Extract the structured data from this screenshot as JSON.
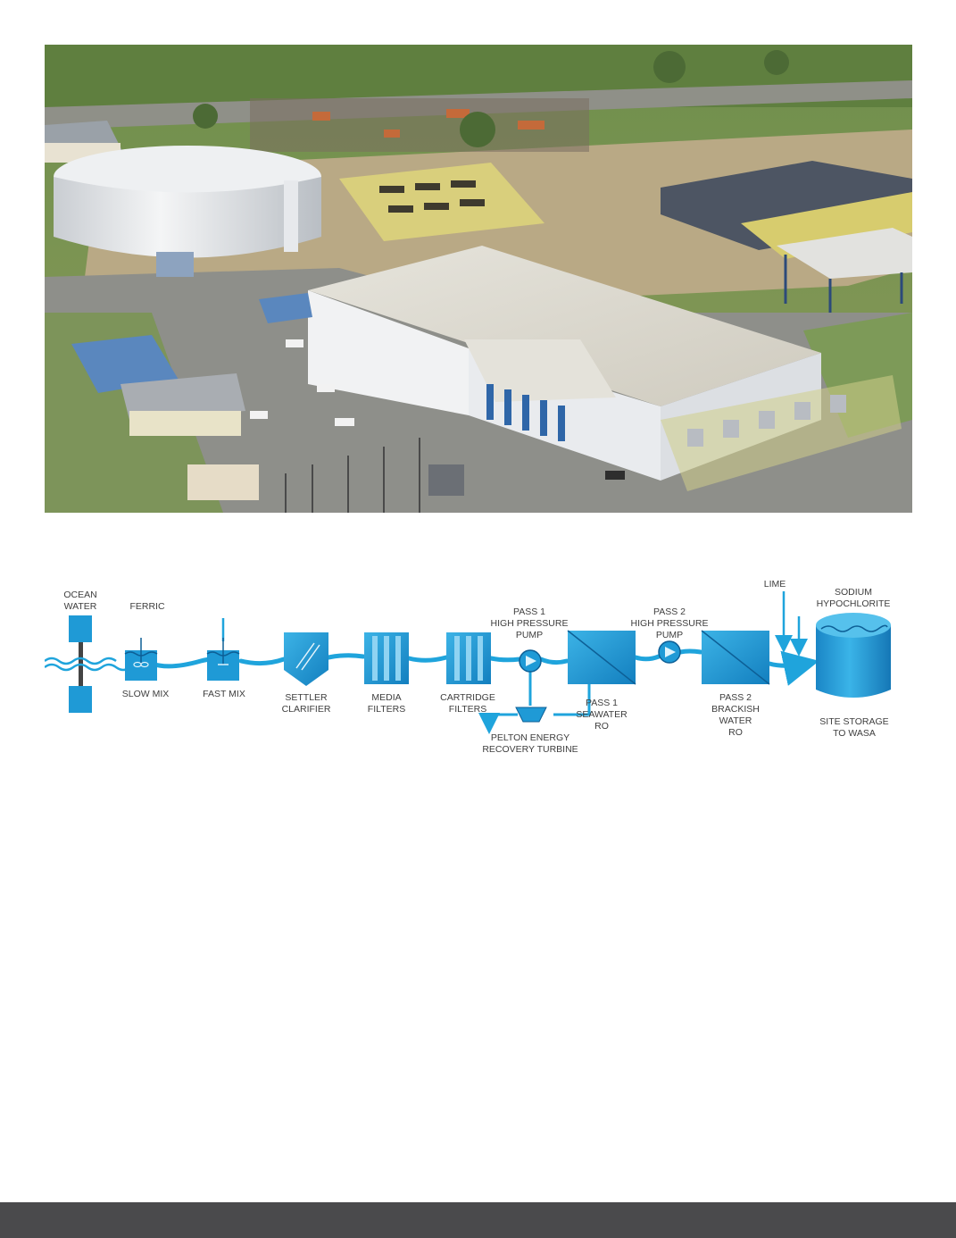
{
  "photo": {
    "subject": "aerial-photo-desalination-plant"
  },
  "diagram": {
    "colors": {
      "water": "#1fa4dc",
      "unit_fill": "#1f9ad6",
      "unit_dark": "#1177b3",
      "label": "#3e3e3e"
    },
    "labels": {
      "ocean_water": [
        "OCEAN",
        "WATER"
      ],
      "ferric": "FERRIC",
      "slow_mix": "SLOW MIX",
      "fast_mix": "FAST MIX",
      "settler_clarifier": [
        "SETTLER",
        "CLARIFIER"
      ],
      "media_filters": [
        "MEDIA",
        "FILTERS"
      ],
      "cartridge_filters": [
        "CARTRIDGE",
        "FILTERS"
      ],
      "pass1_pump": [
        "PASS 1",
        "HIGH PRESSURE",
        "PUMP"
      ],
      "pelton_turbine": [
        "PELTON ENERGY",
        "RECOVERY TURBINE"
      ],
      "pass1_ro": [
        "PASS 1",
        "SEAWATER",
        "RO"
      ],
      "pass2_pump": [
        "PASS 2",
        "HIGH PRESSURE",
        "PUMP"
      ],
      "pass2_ro": [
        "PASS 2",
        "BRACKISH",
        "WATER",
        "RO"
      ],
      "lime": "LIME",
      "sodium_hypochlorite": [
        "SODIUM",
        "HYPOCHLORITE"
      ],
      "site_storage": [
        "SITE STORAGE",
        "TO WASA"
      ]
    }
  },
  "footer": {
    "color": "#4a4a4c"
  }
}
